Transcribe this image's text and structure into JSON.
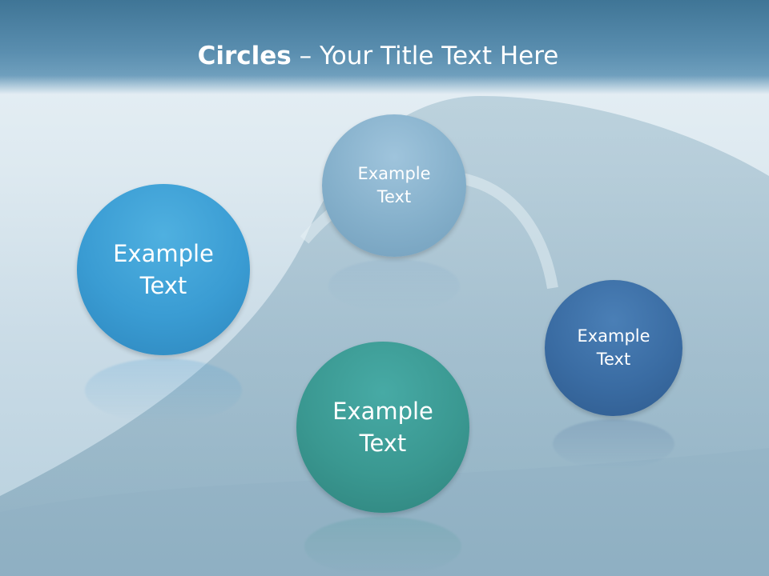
{
  "slide": {
    "title_bold": "Circles",
    "title_rest": " – Your Title Text Here"
  },
  "circles": [
    {
      "line1": "Example",
      "line2": "Text",
      "color": "#3a9cd3"
    },
    {
      "line1": "Example",
      "line2": "Text",
      "color": "#85b0cb"
    },
    {
      "line1": "Example",
      "line2": "Text",
      "color": "#3a9891"
    },
    {
      "line1": "Example",
      "line2": "Text",
      "color": "#3a6ca3"
    }
  ]
}
